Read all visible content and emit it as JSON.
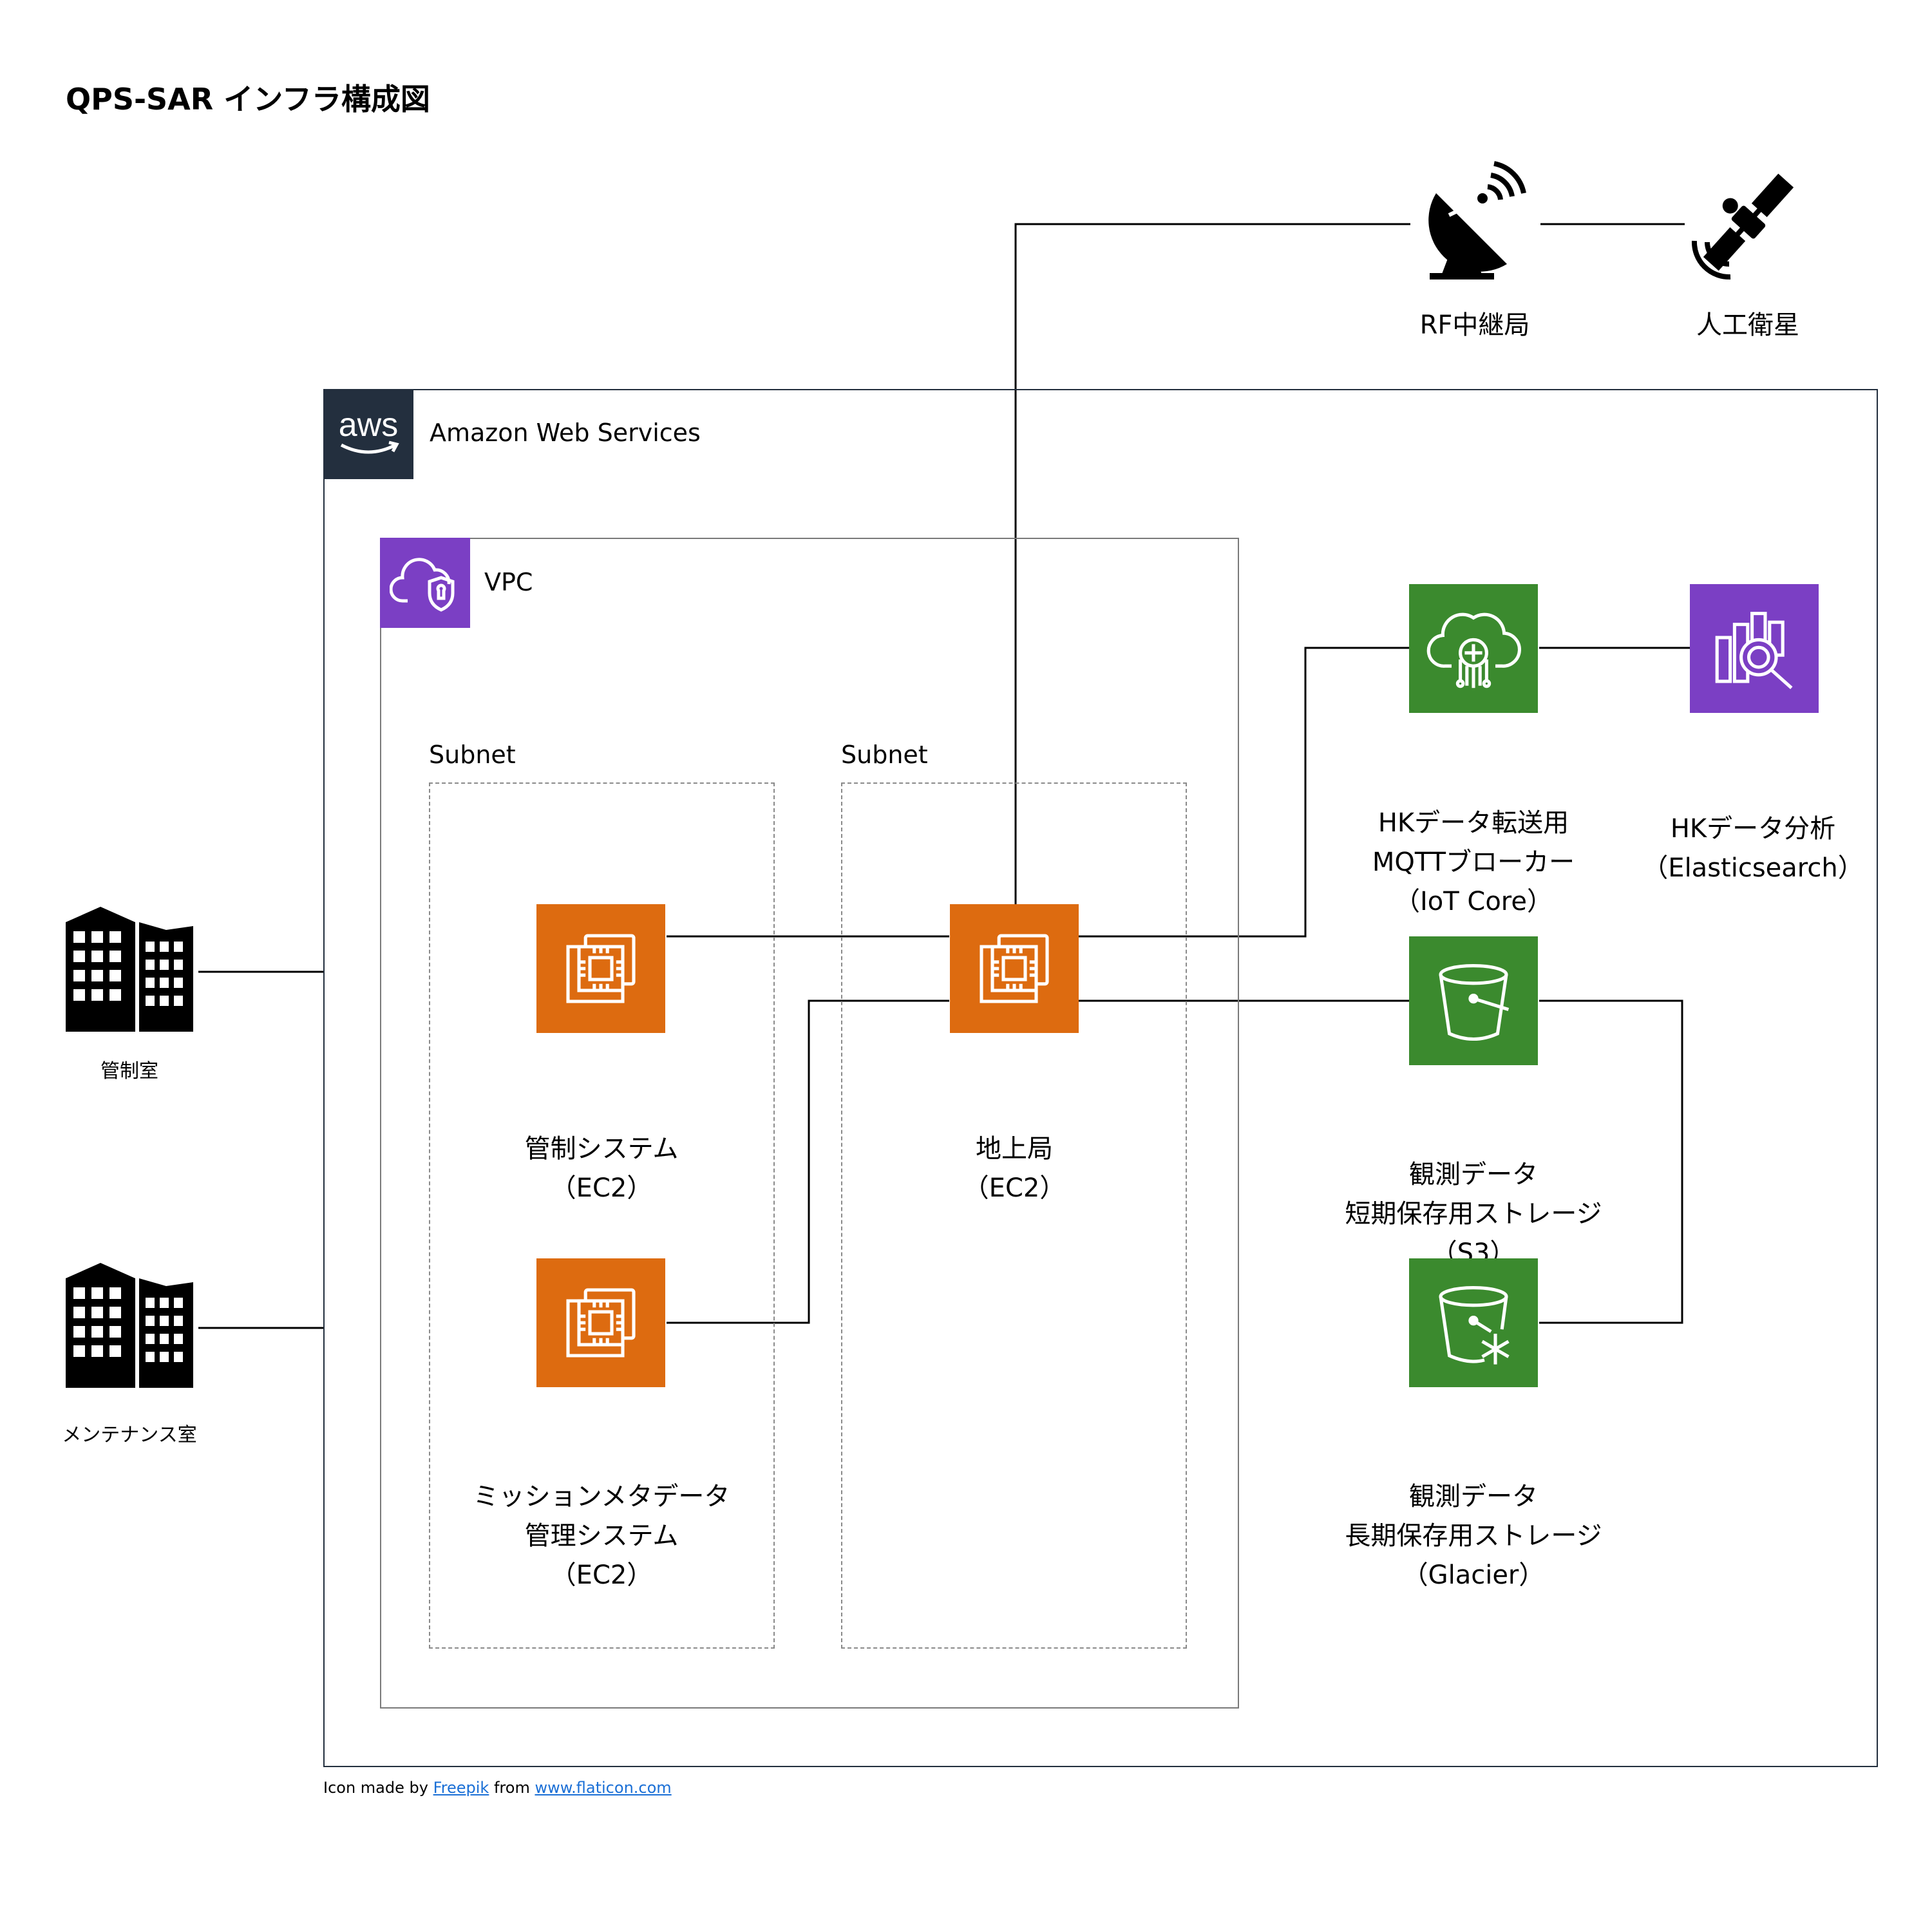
{
  "title": "QPS-SAR インフラ構成図",
  "groups": {
    "aws": "Amazon Web Services",
    "vpc": "VPC",
    "subnet_left": "Subnet",
    "subnet_right": "Subnet"
  },
  "nodes": {
    "rf_station": "RF中継局",
    "satellite": "人工衛星",
    "control_room": "管制室",
    "maintenance_room": "メンテナンス室",
    "control_system": [
      "管制システム",
      "（EC2）"
    ],
    "mission_meta": [
      "ミッションメタデータ",
      "管理システム",
      "（EC2）"
    ],
    "ground_station": [
      "地上局",
      "（EC2）"
    ],
    "mqtt_broker": [
      "HKデータ転送用",
      "MQTTブローカー",
      "（IoT Core）"
    ],
    "hk_analysis": [
      "HKデータ分析",
      "（Elasticsearch）"
    ],
    "s3_storage": [
      "観測データ",
      "短期保存用ストレージ",
      "（S3）"
    ],
    "glacier_storage": [
      "観測データ",
      "長期保存用ストレージ",
      "（Glacier）"
    ]
  },
  "credit": {
    "prefix": "Icon made by",
    "author": "Freepik",
    "middle": "from",
    "site": "www.flaticon.com"
  },
  "colors": {
    "aws_badge": "#232f3e",
    "vpc_badge": "#7b3fc4",
    "ec2": "#dd6b10",
    "green_service": "#3b8a2e",
    "purple_service": "#7b3fc4"
  },
  "icons": {
    "rf_station": "satellite-dish-icon",
    "satellite": "satellite-icon",
    "buildings": "building-icon",
    "ec2": "ec2-instance-icon",
    "iot_core": "iot-core-icon",
    "elasticsearch": "elasticsearch-icon",
    "s3": "s3-bucket-icon",
    "glacier": "glacier-icon"
  }
}
